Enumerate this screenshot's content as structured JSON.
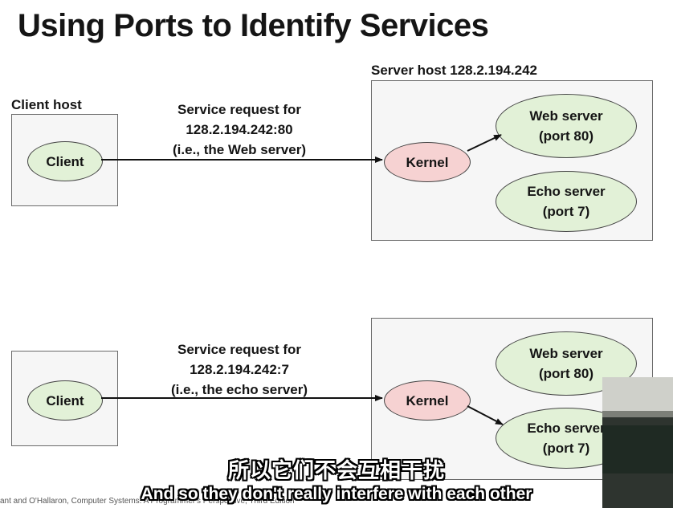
{
  "title": "Using Ports to Identify Services",
  "top_panel": {
    "client_host_label": "Client host",
    "server_host_label": "Server host 128.2.194.242",
    "client": "Client",
    "kernel": "Kernel",
    "request": [
      "Service request for",
      "128.2.194.242:80",
      "(i.e., the Web server)"
    ],
    "web_server": [
      "Web server",
      "(port 80)"
    ],
    "echo_server": [
      "Echo server",
      "(port 7)"
    ]
  },
  "bottom_panel": {
    "client": "Client",
    "kernel": "Kernel",
    "request": [
      "Service request for",
      "128.2.194.242:7",
      "(i.e., the echo server)"
    ],
    "web_server": [
      "Web server",
      "(port 80)"
    ],
    "echo_server": [
      "Echo server",
      "(port 7)"
    ]
  },
  "subtitles": {
    "chinese": "所以它们不会互相干扰",
    "english": "And so they don't really interfere with each other"
  },
  "footer_text": "ant and O'Hallaron, Computer Systems: A Programmer's Perspective, Third Edition"
}
